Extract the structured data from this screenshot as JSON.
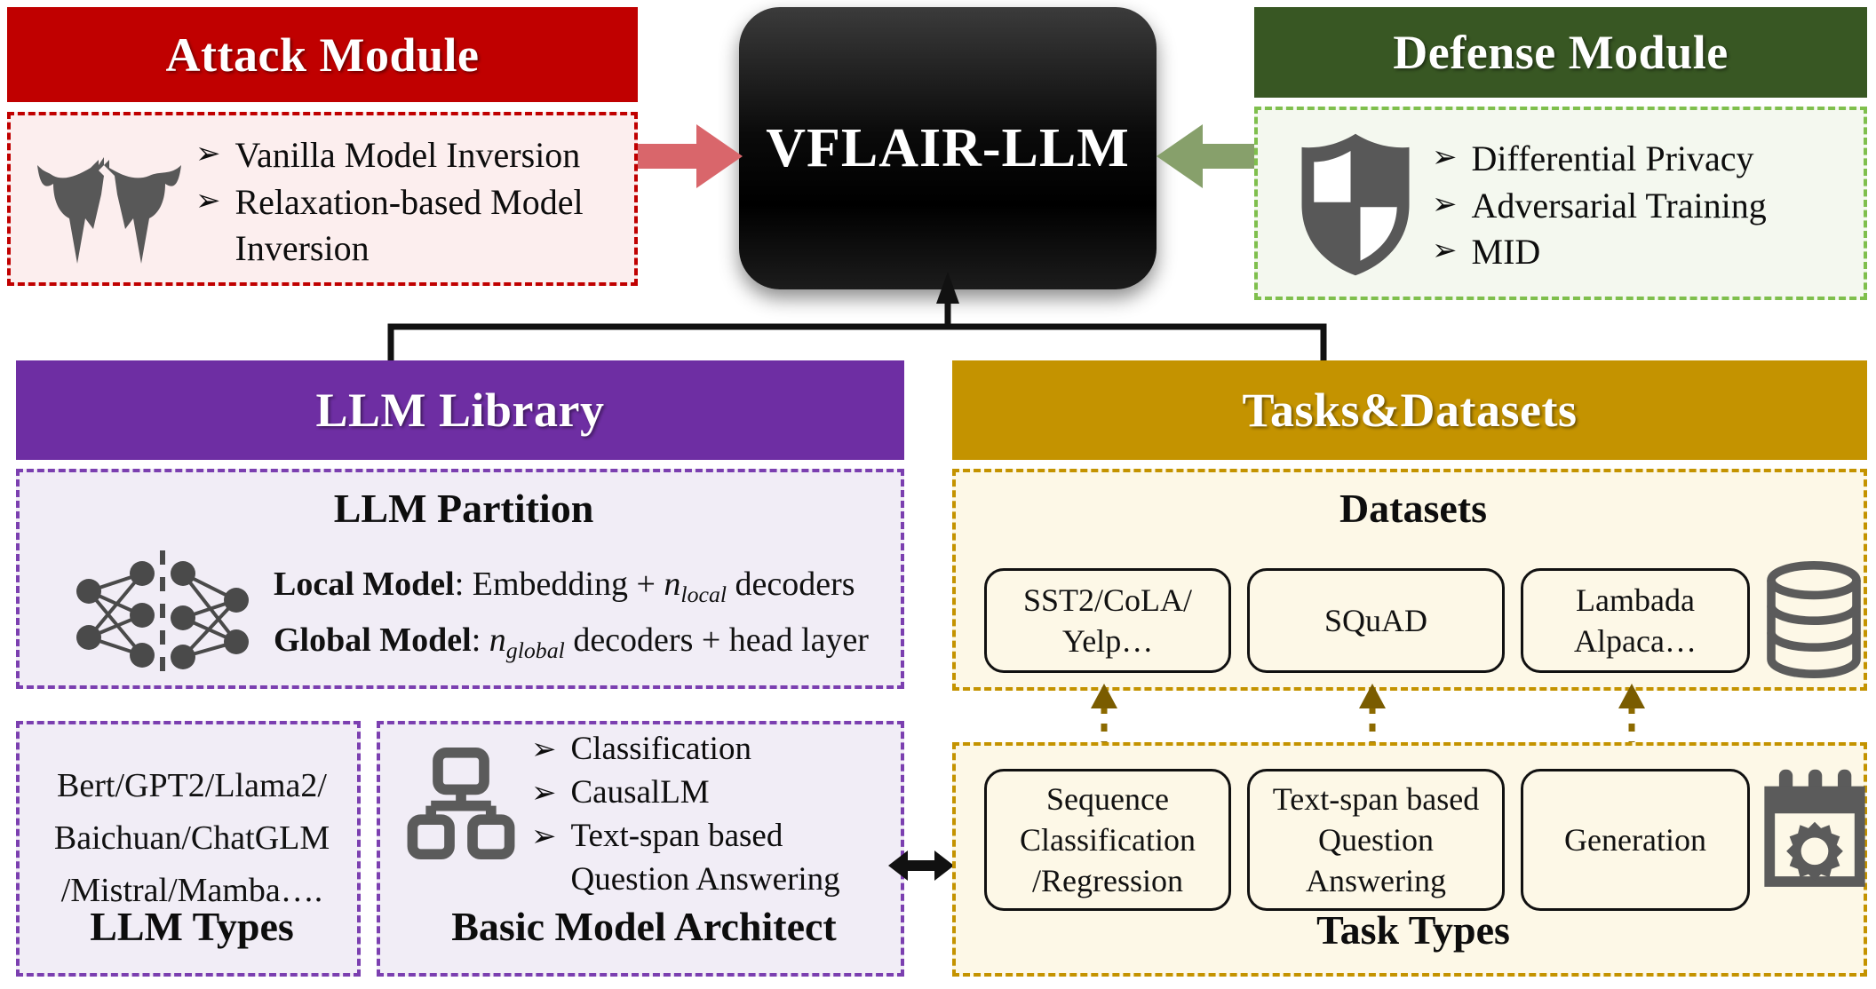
{
  "attack": {
    "header": "Attack Module",
    "icon": "bat-icon",
    "items": [
      "Vanilla Model Inversion",
      "Relaxation-based Model Inversion"
    ],
    "accent": "#C00000",
    "panel_bg": "#FCEEEE"
  },
  "defense": {
    "header": "Defense Module",
    "icon": "shield-icon",
    "items": [
      "Differential Privacy",
      "Adversarial Training",
      "MID"
    ],
    "accent": "#385723",
    "border": "#7FBF4D",
    "panel_bg": "#F4F8EF"
  },
  "core": {
    "title": "VFLAIR-LLM",
    "bg": "#000000",
    "attack_arrow": "red-right-arrow",
    "defense_arrow": "green-left-arrow"
  },
  "llm_library": {
    "header": "LLM Library",
    "accent": "#6E2EA3",
    "border": "#7B3FB0",
    "panel_bg": "#F1EDF6",
    "partition": {
      "title": "LLM Partition",
      "icon": "split-neural-network-icon",
      "local_label": "Local Model",
      "local_text": ": Embedding + ",
      "local_var": "n",
      "local_sub": "local",
      "local_tail": " decoders",
      "global_label": "Global Model",
      "global_text": ": ",
      "global_var": "n",
      "global_sub": "global",
      "global_tail": " decoders + head layer"
    },
    "types": {
      "lines": [
        "Bert/GPT2/Llama2/",
        "Baichuan/ChatGLM",
        "/Mistral/Mamba…."
      ],
      "caption": "LLM Types"
    },
    "architect": {
      "icon": "hierarchy-icon",
      "items": [
        "Classification",
        "CausalLM",
        "Text-span based Question Answering"
      ],
      "caption": "Basic Model Architect"
    }
  },
  "tasks": {
    "header": "Tasks&Datasets",
    "accent": "#C49300",
    "panel_bg": "#FDF8E7",
    "datasets": {
      "title": "Datasets",
      "icon": "database-icon",
      "boxes": [
        "SST2/CoLA/ Yelp…",
        "SQuAD",
        "Lambada Alpaca…"
      ]
    },
    "task_types": {
      "caption": "Task Types",
      "icon": "calendar-gear-icon",
      "boxes": [
        "Sequence Classification /Regression",
        "Text-span based Question Answering",
        "Generation"
      ]
    }
  },
  "connectors": {
    "bracket": "tree-bracket-to-core",
    "link_arrow": "architect-tasks-double-arrow",
    "dataset_arrows": "task-to-dataset-dotted-arrows"
  }
}
